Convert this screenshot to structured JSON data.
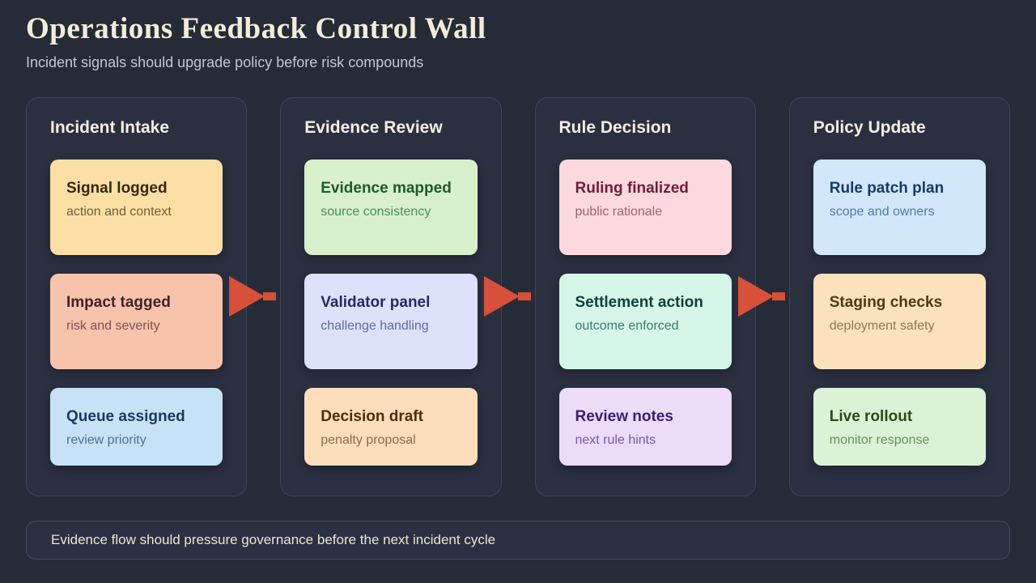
{
  "page": {
    "title": "Operations Feedback Control Wall",
    "subtitle": "Incident signals should upgrade policy before risk compounds",
    "footer_note": "Evidence flow should pressure governance before the next incident cycle"
  },
  "colors": {
    "page_bg": "#262b38",
    "column_bg": "#2b3041",
    "column_border": "#3e4559",
    "arrow": "#d8503a",
    "title_text": "#f2edd9",
    "subtitle_text": "#c5c7cd",
    "footer_text": "#ece5d0"
  },
  "columns": [
    {
      "title": "Incident Intake",
      "cards": [
        {
          "title": "Signal logged",
          "subtitle": "action and context",
          "colors": {
            "bg": "#fcdfa4",
            "title": "#33290f",
            "sub": "#6e5f3e"
          }
        },
        {
          "title": "Impact tagged",
          "subtitle": "risk and severity",
          "colors": {
            "bg": "#f8c3ab",
            "title": "#41232a",
            "sub": "#7f5250"
          }
        },
        {
          "title": "Queue assigned",
          "subtitle": "review priority",
          "colors": {
            "bg": "#c7e2f7",
            "title": "#173a5f",
            "sub": "#4d6f94"
          }
        }
      ]
    },
    {
      "title": "Evidence Review",
      "cards": [
        {
          "title": "Evidence mapped",
          "subtitle": "source consistency",
          "colors": {
            "bg": "#d8f1cc",
            "title": "#1d5a2c",
            "sub": "#4f8a5f"
          }
        },
        {
          "title": "Validator panel",
          "subtitle": "challenge handling",
          "colors": {
            "bg": "#dbe2fa",
            "title": "#242c64",
            "sub": "#5e6ca4"
          }
        },
        {
          "title": "Decision draft",
          "subtitle": "penalty proposal",
          "colors": {
            "bg": "#fcdebc",
            "title": "#493107",
            "sub": "#8a6c49"
          }
        }
      ]
    },
    {
      "title": "Rule Decision",
      "cards": [
        {
          "title": "Ruling finalized",
          "subtitle": "public rationale",
          "colors": {
            "bg": "#fbd9de",
            "title": "#701d3a",
            "sub": "#a26476"
          }
        },
        {
          "title": "Settlement action",
          "subtitle": "outcome enforced",
          "colors": {
            "bg": "#d5f7e8",
            "title": "#0f3f3a",
            "sub": "#3e7a6d"
          }
        },
        {
          "title": "Review notes",
          "subtitle": "next rule hints",
          "colors": {
            "bg": "#ecdcf8",
            "title": "#3a1e78",
            "sub": "#7757ad"
          }
        }
      ]
    },
    {
      "title": "Policy Update",
      "cards": [
        {
          "title": "Rule patch plan",
          "subtitle": "scope and owners",
          "colors": {
            "bg": "#d2e7fa",
            "title": "#173a68",
            "sub": "#4f7ca6"
          }
        },
        {
          "title": "Staging checks",
          "subtitle": "deployment safety",
          "colors": {
            "bg": "#fbe2bc",
            "title": "#4a3c10",
            "sub": "#8c7a4e"
          }
        },
        {
          "title": "Live rollout",
          "subtitle": "monitor response",
          "colors": {
            "bg": "#dcf2d7",
            "title": "#2c4a17",
            "sub": "#67905a"
          }
        }
      ]
    }
  ]
}
